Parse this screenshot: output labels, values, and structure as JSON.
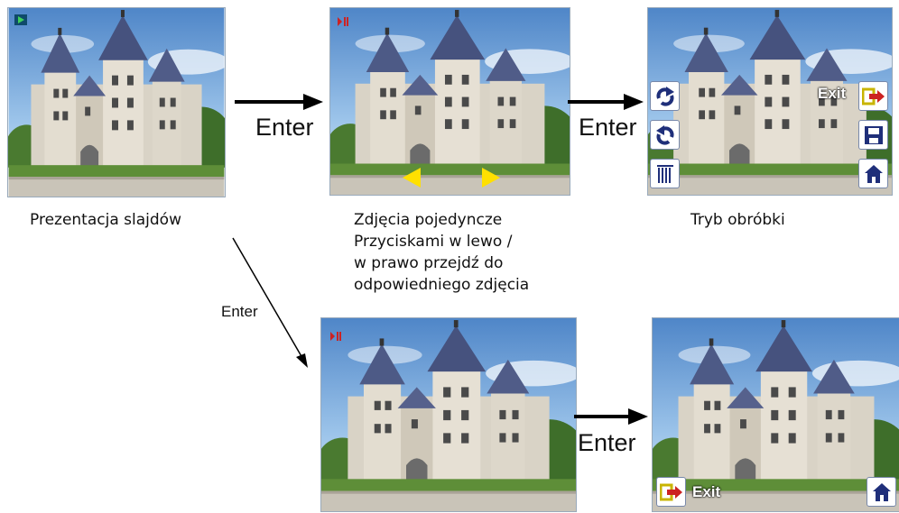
{
  "panels": {
    "slideshow": {
      "label": "Prezentacja slajdów"
    },
    "single": {
      "label_lines": [
        "Zdjęcia pojedyncze",
        "Przyciskami w lewo /",
        "w prawo przejdź do",
        "odpowiedniego zdjęcia"
      ]
    },
    "edit": {
      "label": "Tryb obróbki",
      "exit_label": "Exit"
    },
    "paused": {},
    "exit_mode": {
      "exit_label": "Exit"
    }
  },
  "arrows": {
    "a1": "Enter",
    "a2": "Enter",
    "a3": "Enter",
    "a4": "Enter"
  },
  "icons": {
    "play": "play-icon",
    "pause": "pause-icon",
    "prev": "left-triangle-icon",
    "next": "right-triangle-icon",
    "rotate_cw": "rotate-clockwise-icon",
    "rotate_ccw": "rotate-counterclockwise-icon",
    "delete": "delete-bars-icon",
    "exit": "exit-arrow-icon",
    "save": "save-floppy-icon",
    "home": "home-icon"
  },
  "colors": {
    "play_icon": "#1a6a3a",
    "pause_icon": "#cc2222",
    "nav_triangle": "#ffe000",
    "button_icon": "#1f2f7a",
    "exit_arrow": "#cc2222"
  }
}
